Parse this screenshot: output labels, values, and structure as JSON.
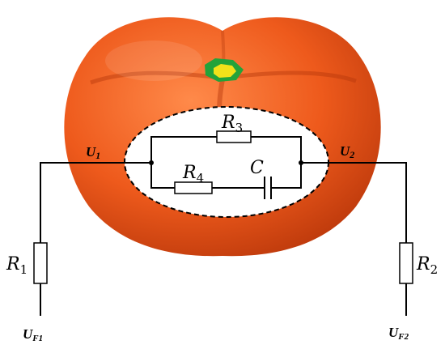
{
  "labels": {
    "r1": "R",
    "r1_sub": "1",
    "r2": "R",
    "r2_sub": "2",
    "r3": "R",
    "r3_sub": "3",
    "r4": "R",
    "r4_sub": "4",
    "c": "C",
    "u1": "U",
    "u1_sub": "1",
    "u2": "U",
    "u2_sub": "2",
    "uf1": "U",
    "uf1_sub": "F1",
    "uf2": "U",
    "uf2_sub": "F2"
  },
  "colors": {
    "fruit": "#ee5a1c",
    "fruit_dark": "#c63d0a",
    "fruit_light": "#ff8a4a",
    "calyx_outer": "#22a33a",
    "calyx_inner": "#f1e21a",
    "wire": "#000000"
  }
}
